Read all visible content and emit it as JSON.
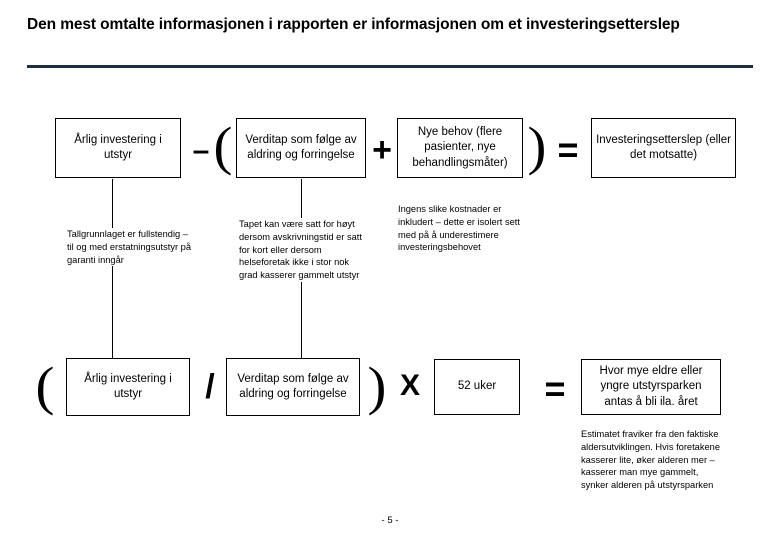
{
  "title": {
    "text": "Den mest omtalte informasjonen i rapporten er informasjonen om et investeringsetterslep",
    "rule_color": "#1c2e42"
  },
  "formula_row_1": {
    "boxes": [
      {
        "id": "arlig-investering",
        "label": "Årlig investering i utstyr"
      },
      {
        "id": "verditap",
        "label": "Verditap som følge av aldring og forringelse"
      },
      {
        "id": "nye-behov",
        "label": "Nye behov (flere pasienter, nye behandlingsmåter)"
      },
      {
        "id": "investeringsetterslep",
        "label": "Investeringsetterslep (eller det motsatte)"
      }
    ],
    "operators": [
      {
        "id": "minus",
        "glyph": "–"
      },
      {
        "id": "open-paren",
        "glyph": "("
      },
      {
        "id": "plus",
        "glyph": "+"
      },
      {
        "id": "close-paren",
        "glyph": ")"
      },
      {
        "id": "equals",
        "glyph": "="
      }
    ]
  },
  "annotations_row_1": [
    {
      "id": "note-tallgrunnlag",
      "text": "Tallgrunnlaget er fullstendig – til og med erstatningsutstyr på garanti inngår"
    },
    {
      "id": "note-tapet",
      "text": "Tapet kan være satt for høyt dersom avskrivningstid er satt for kort eller dersom helseforetak ikke i stor nok grad kasserer gammelt utstyr"
    },
    {
      "id": "note-ingens",
      "text": "Ingens slike kostnader er inkludert – dette er isolert sett med på å underestimere investeringsbehovet"
    }
  ],
  "formula_row_2": {
    "boxes": [
      {
        "id": "arlig-investering-2",
        "label": "Årlig investering i utstyr"
      },
      {
        "id": "verditap-2",
        "label": "Verditap som følge av aldring og forringelse"
      },
      {
        "id": "uker",
        "label": "52 uker"
      },
      {
        "id": "aldersutvikling",
        "label": "Hvor mye eldre eller yngre utstyrsparken antas å bli ila. året"
      }
    ],
    "operators": [
      {
        "id": "open-paren-2",
        "glyph": "("
      },
      {
        "id": "divide-slash",
        "glyph": "/"
      },
      {
        "id": "close-paren-2",
        "glyph": ")"
      },
      {
        "id": "multiply",
        "glyph": "X"
      },
      {
        "id": "equals-2",
        "glyph": "="
      }
    ]
  },
  "annotations_row_2": [
    {
      "id": "note-estimat",
      "text": "Estimatet fraviker fra den faktiske aldersutviklingen. Hvis foretakene kasserer lite, øker alderen mer – kasserer man mye gammelt, synker alderen på utstyrsparken"
    }
  ],
  "footer": {
    "page_number": "- 5 -"
  }
}
